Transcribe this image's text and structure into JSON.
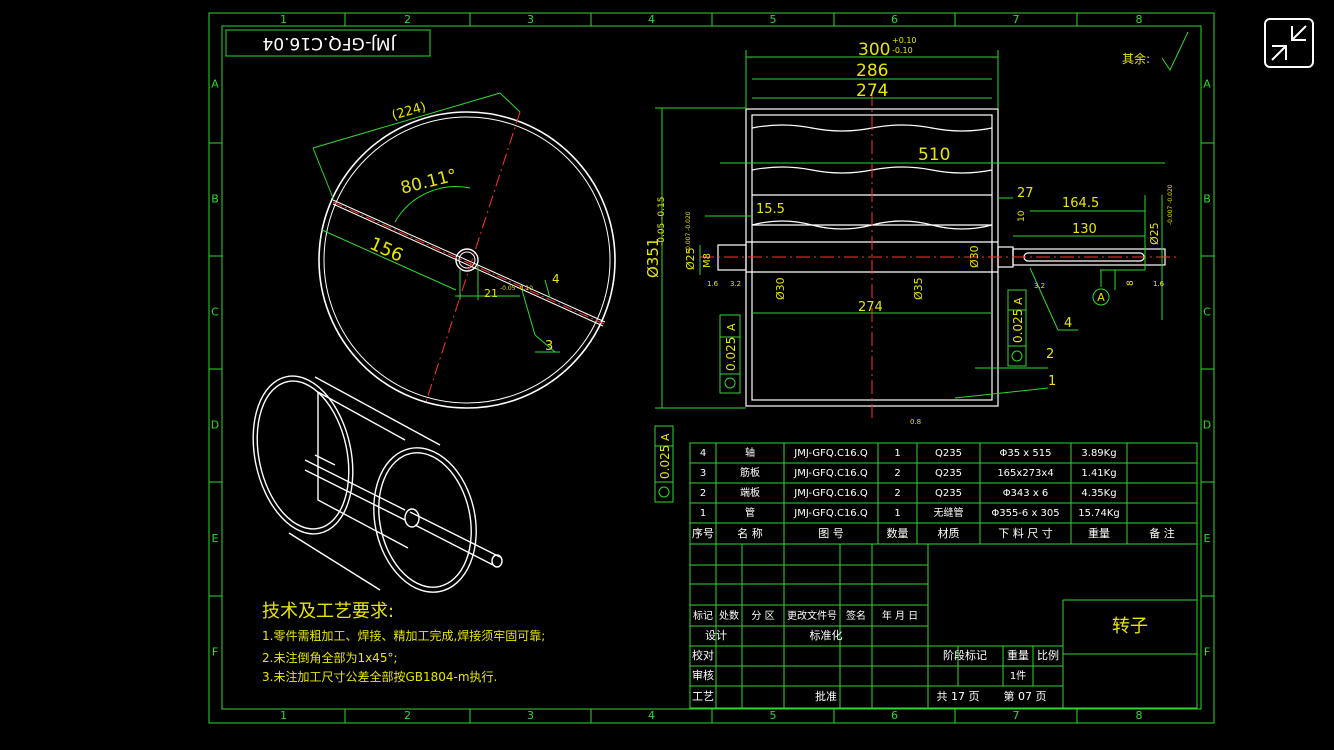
{
  "drawing_number": "JMJ-GFQ.C16.04",
  "part_title": "转子",
  "roughness_note": "其余:",
  "grid": {
    "columns": [
      "1",
      "2",
      "3",
      "4",
      "5",
      "6",
      "7",
      "8"
    ],
    "rows": [
      "A",
      "B",
      "C",
      "D",
      "E",
      "F"
    ]
  },
  "section_view": {
    "dim_300": "300",
    "dim_300_tol_upper": "+0.10",
    "dim_300_tol_lower": "-0.10",
    "dim_286": "286",
    "dim_274_top": "274",
    "dim_510": "510",
    "dim_27": "27",
    "dim_164_5": "164.5",
    "dim_130": "130",
    "dim_15_5": "15.5",
    "dim_274_bottom": "274",
    "dia_351": "Ø351",
    "dia_351_tol": "-0.05 -0.15",
    "dia_25_left": "Ø25",
    "dia_25_left_tol": "-0.007 -0.020",
    "dia_25_right": "Ø25",
    "dia_25_right_tol": "-0.007 -0.020",
    "dia_30_left": "Ø30",
    "dia_30_right": "Ø30",
    "dia_35": "Ø35",
    "m8": "M8",
    "dim_8_keyway": "8",
    "dim_10": "10",
    "runout_value": "0.025",
    "runout_datum": "A",
    "datum_label": "A",
    "roughness_32": "3.2",
    "roughness_16": "1.6",
    "roughness_08": "0.8",
    "balloons": [
      "1",
      "2",
      "4"
    ]
  },
  "end_view": {
    "dim_224": "(224)",
    "angle": "80.11°",
    "dim_156": "156",
    "dim_21": "21",
    "dim_21_tol": "-0.05 -0.10",
    "balloons": [
      "3",
      "4"
    ]
  },
  "tech_requirements": {
    "title": "技术及工艺要求:",
    "items": [
      "1.零件需粗加工、焊接、精加工完成,焊接须牢固可靠;",
      "2.未注倒角全部为1x45°;",
      "3.未注加工尺寸公差全部按GB1804-m执行."
    ]
  },
  "bom": {
    "headers": [
      "序号",
      "名 称",
      "图 号",
      "数量",
      "材质",
      "下 料 尺 寸",
      "重量",
      "备 注"
    ],
    "rows": [
      [
        "4",
        "轴",
        "JMJ-GFQ.C16.Q",
        "1",
        "Q235",
        "Φ35 x 515",
        "3.89Kg",
        ""
      ],
      [
        "3",
        "筋板",
        "JMJ-GFQ.C16.Q",
        "2",
        "Q235",
        "165x273x4",
        "1.41Kg",
        ""
      ],
      [
        "2",
        "端板",
        "JMJ-GFQ.C16.Q",
        "2",
        "Q235",
        "Φ343 x 6",
        "4.35Kg",
        ""
      ],
      [
        "1",
        "管",
        "JMJ-GFQ.C16.Q",
        "1",
        "无缝管",
        "Φ355-6 x 305",
        "15.74Kg",
        ""
      ]
    ]
  },
  "title_block": {
    "rev_headers": [
      "标记",
      "处数",
      "分 区",
      "更改文件号",
      "签名",
      "年 月 日"
    ],
    "design": "设计",
    "standardize": "标准化",
    "check": "校对",
    "review": "审核",
    "process": "工艺",
    "approve": "批准",
    "stage_mark": "阶段标记",
    "weight": "重量",
    "scale": "比例",
    "quantity": "1件",
    "total_sheets": "共 17 页",
    "sheet_no": "第 07 页"
  },
  "ui": {
    "exit_fullscreen_icon": "exit-fullscreen-icon"
  },
  "colors": {
    "frame": "#2fd72f",
    "text": "#e6e600",
    "part": "#ffffff",
    "centerline": "#ff2020"
  }
}
